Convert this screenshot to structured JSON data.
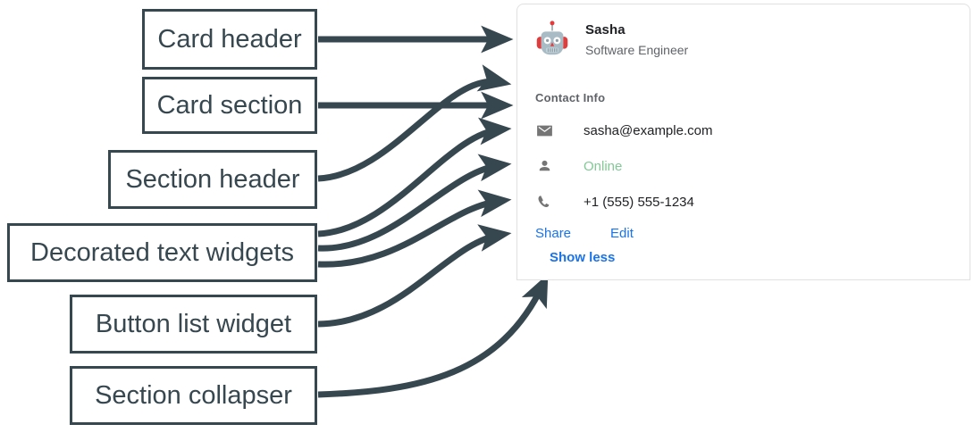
{
  "annotations": {
    "labels": [
      {
        "id": "card-header",
        "text": "Card header"
      },
      {
        "id": "card-section",
        "text": "Card section"
      },
      {
        "id": "section-header",
        "text": "Section header"
      },
      {
        "id": "decorated-text-widgets",
        "text": "Decorated text widgets"
      },
      {
        "id": "button-list-widget",
        "text": "Button list widget"
      },
      {
        "id": "section-collapser",
        "text": "Section collapser"
      }
    ],
    "line_color": "#37474f"
  },
  "card": {
    "header": {
      "avatar_icon": "robot-avatar-icon",
      "title": "Sasha",
      "subtitle": "Software Engineer"
    },
    "section": {
      "header": "Contact Info",
      "widgets": [
        {
          "icon": "email-icon",
          "text": "sasha@example.com",
          "style": "default"
        },
        {
          "icon": "person-icon",
          "text": "Online",
          "style": "status"
        },
        {
          "icon": "phone-icon",
          "text": "+1 (555) 555-1234",
          "style": "default"
        }
      ],
      "buttons": [
        {
          "label": "Share"
        },
        {
          "label": "Edit"
        }
      ],
      "collapser": {
        "label": "Show less"
      }
    }
  },
  "colors": {
    "accent_blue": "#1a73e8",
    "status_green": "#81c995",
    "annotation": "#37474f",
    "muted_text": "#5f6368"
  }
}
